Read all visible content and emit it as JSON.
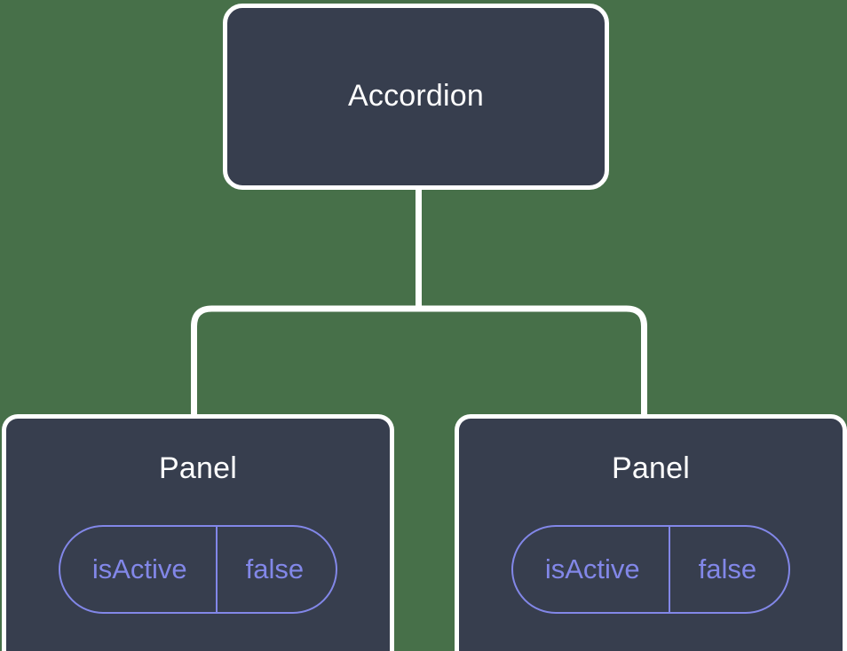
{
  "diagram": {
    "type": "component-tree",
    "background_color": "#477049",
    "node_fill_color": "#373e4e",
    "node_border_color": "#ffffff",
    "title_color": "#ffffff",
    "prop_accent_color": "#8287e8",
    "connector_color": "#ffffff",
    "root": {
      "label": "Accordion"
    },
    "children": [
      {
        "label": "Panel",
        "props": [
          {
            "key": "isActive",
            "value": "false"
          }
        ]
      },
      {
        "label": "Panel",
        "props": [
          {
            "key": "isActive",
            "value": "false"
          }
        ]
      }
    ]
  }
}
